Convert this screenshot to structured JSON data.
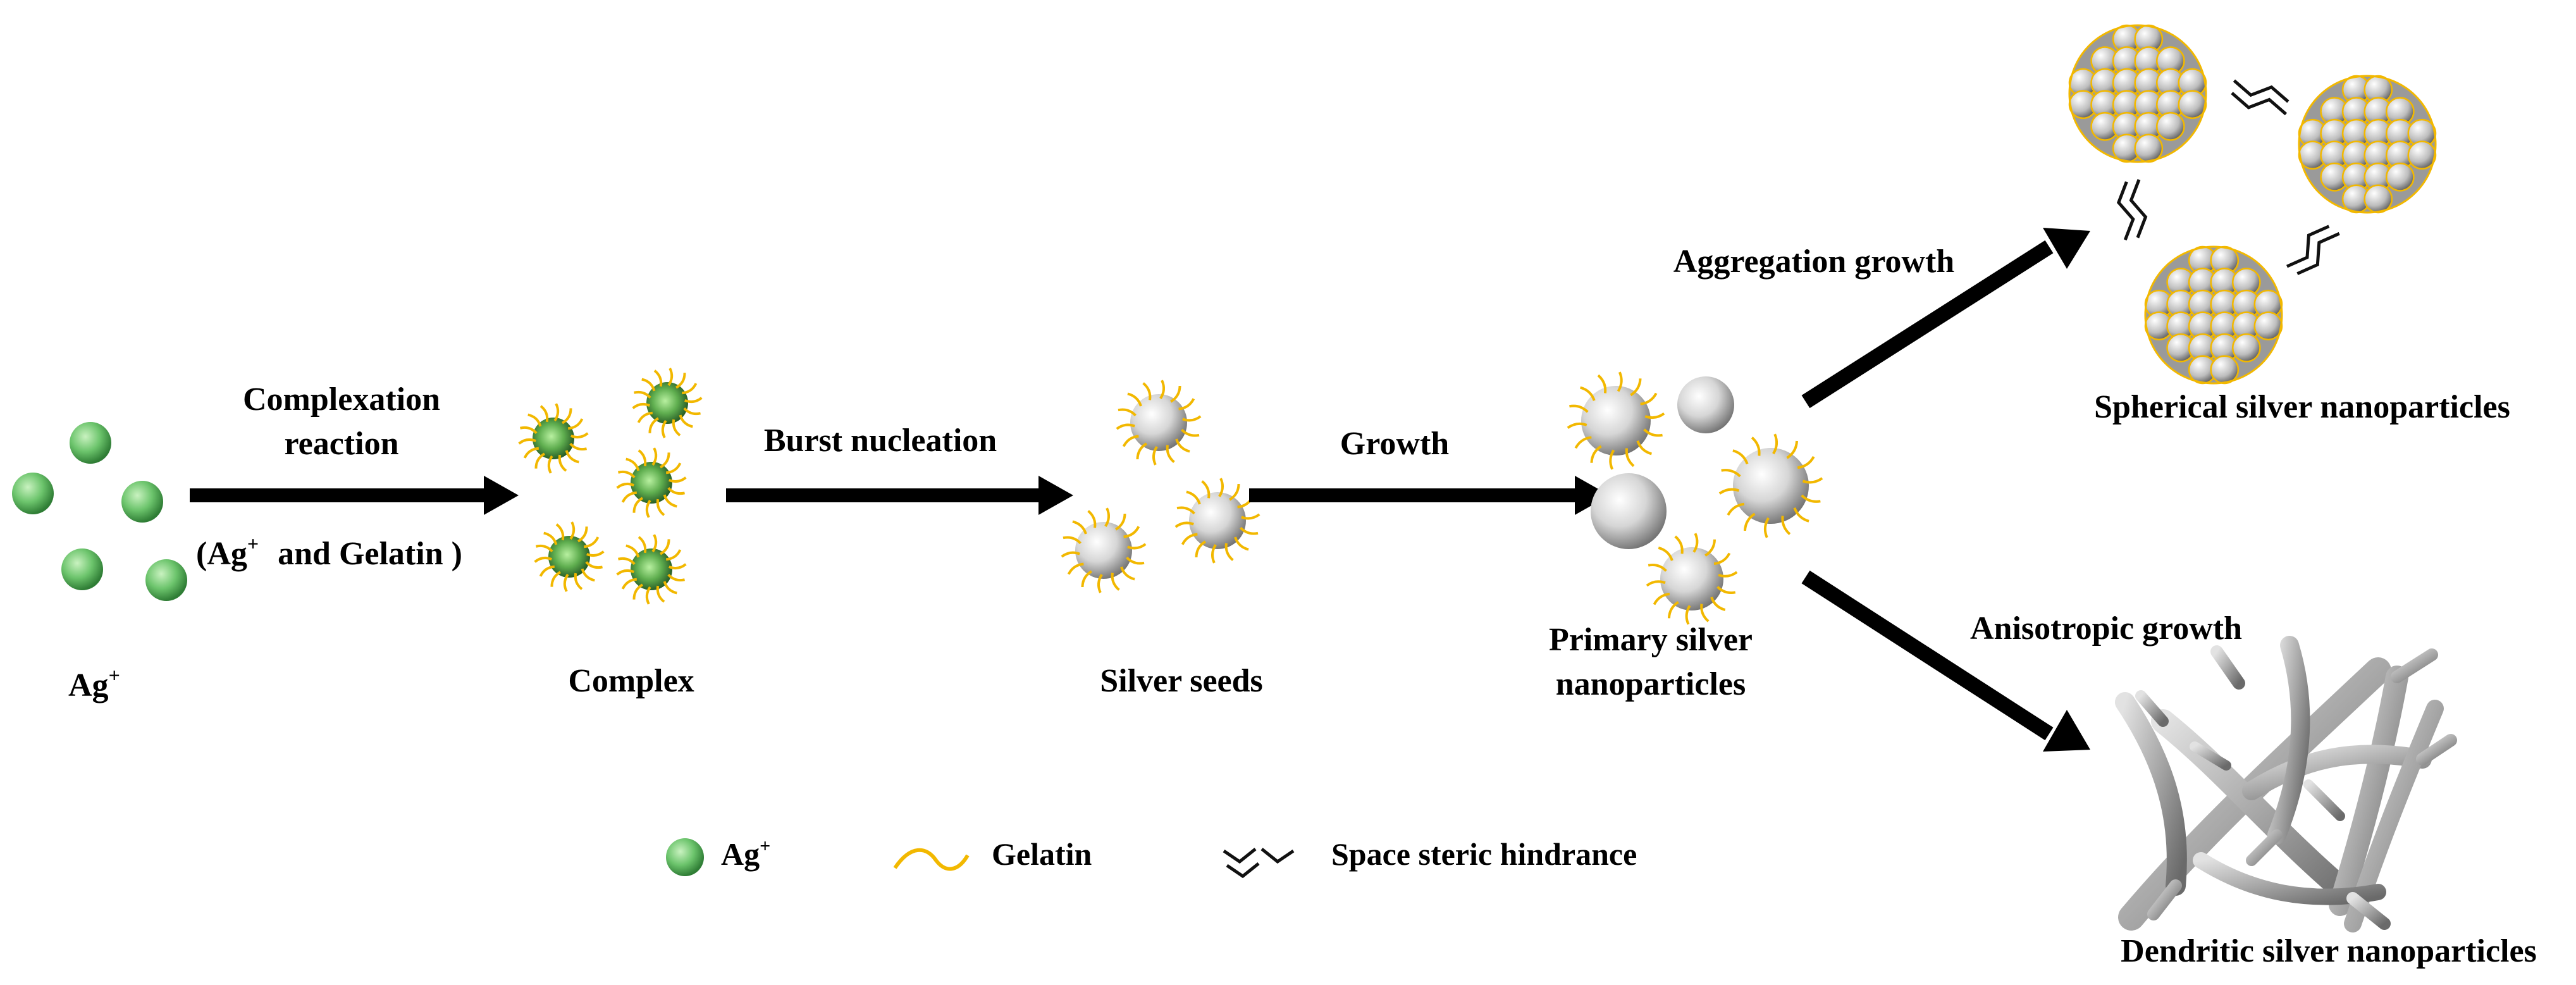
{
  "labels": {
    "ag_ion": "Ag",
    "plus": "+",
    "complexation_line1": "Complexation",
    "complexation_line2": "reaction",
    "complexation_paren_open": "(Ag",
    "complexation_paren_rest": "and Gelatin )",
    "complex": "Complex",
    "burst_nucleation": "Burst nucleation",
    "silver_seeds": "Silver seeds",
    "growth": "Growth",
    "primary_line1": "Primary silver",
    "primary_line2": "nanoparticles",
    "aggregation_growth": "Aggregation growth",
    "spherical": "Spherical silver nanoparticles",
    "anisotropic_growth": "Anisotropic growth",
    "dendritic": "Dendritic silver nanoparticles"
  },
  "legend": {
    "ag_ion": "Ag",
    "plus": "+",
    "gelatin": "Gelatin",
    "steric": "Space steric hindrance"
  },
  "colors": {
    "ag_ion_green": "#6cc46c",
    "gelatin_yellow": "#f2b800",
    "silver": "#c8c8c8",
    "dendrite_grey": "#a8a8a8",
    "arrow": "#000000"
  }
}
